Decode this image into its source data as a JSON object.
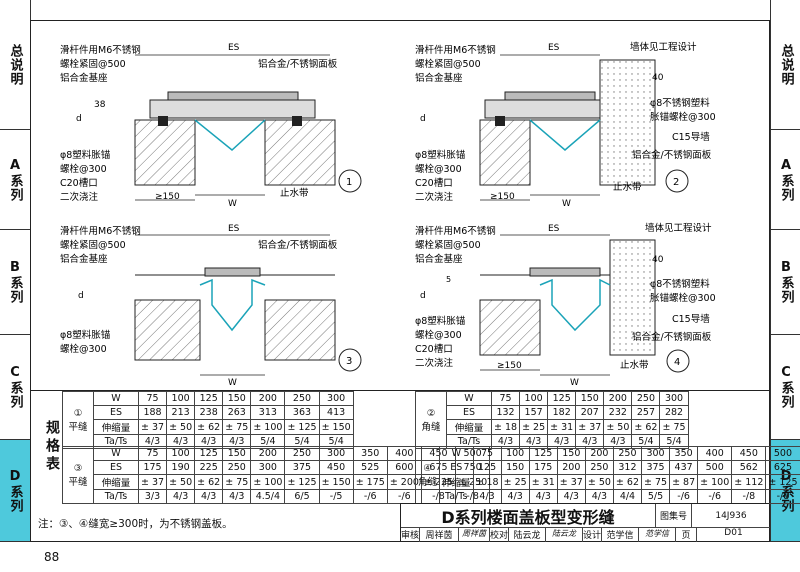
{
  "side_tabs": [
    {
      "label": "总说明",
      "active": false
    },
    {
      "label": "A系列",
      "active": false
    },
    {
      "label": "B系列",
      "active": false
    },
    {
      "label": "C系列",
      "active": false
    },
    {
      "label": "D系列",
      "active": true
    }
  ],
  "diagram_labels": {
    "slide": "滑杆件用M6不锈钢",
    "bolt500": "螺栓紧固@500",
    "al_base": "铝合金基座",
    "panel": "铝合金/不锈钢面板",
    "anchor8": "φ8塑料胀锚",
    "bolt300": "螺栓@300",
    "c20": "C20槽口",
    "second": "二次浇注",
    "waterstop": "止水带",
    "wall_design": "墙体见工程设计",
    "anchor_ss": "φ8不锈钢塑料",
    "anchor_bolt300": "胀锚螺栓@300",
    "c15": "C15导墙",
    "es": "ES",
    "w": "W",
    "d": "d",
    "dim38": "38",
    "dim40": "40",
    "ge150": "≥150",
    "dim5": "5",
    "n1": "1",
    "n2": "2",
    "n3": "3",
    "n4": "4"
  },
  "spec_title": "规格表",
  "table1": {
    "num": "①",
    "type": "平缝",
    "W": [
      "75",
      "100",
      "125",
      "150",
      "200",
      "250",
      "300"
    ],
    "ES": [
      "188",
      "213",
      "238",
      "263",
      "313",
      "363",
      "413"
    ],
    "shrink": [
      "± 37",
      "± 50",
      "± 62",
      "± 75",
      "± 100",
      "± 125",
      "± 150"
    ],
    "TaTs": [
      "4/3",
      "4/3",
      "4/3",
      "4/3",
      "5/4",
      "5/4",
      "5/4"
    ]
  },
  "table2": {
    "num": "②",
    "type": "角缝",
    "W": [
      "75",
      "100",
      "125",
      "150",
      "200",
      "250",
      "300"
    ],
    "ES": [
      "132",
      "157",
      "182",
      "207",
      "232",
      "257",
      "282"
    ],
    "shrink": [
      "± 18",
      "± 25",
      "± 31",
      "± 37",
      "± 50",
      "± 62",
      "± 75"
    ],
    "TaTs": [
      "4/3",
      "4/3",
      "4/3",
      "4/3",
      "4/3",
      "5/4",
      "5/4"
    ]
  },
  "table3": {
    "num": "③",
    "type": "平缝",
    "W": [
      "75",
      "100",
      "125",
      "150",
      "200",
      "250",
      "300",
      "350",
      "400",
      "450",
      "500"
    ],
    "ES": [
      "175",
      "190",
      "225",
      "250",
      "300",
      "375",
      "450",
      "525",
      "600",
      "675",
      "750"
    ],
    "shrink": [
      "± 37",
      "± 50",
      "± 62",
      "± 75",
      "± 100",
      "± 125",
      "± 150",
      "± 175",
      "± 200",
      "± 225",
      "± 250"
    ],
    "TaTs": [
      "3/3",
      "4/3",
      "4/3",
      "4/3",
      "4.5/4",
      "6/5",
      "-/5",
      "-/6",
      "-/6",
      "-/8",
      "-/8"
    ]
  },
  "table4": {
    "num": "④",
    "type": "角缝",
    "W": [
      "75",
      "100",
      "125",
      "150",
      "200",
      "250",
      "300",
      "350",
      "400",
      "450",
      "500"
    ],
    "ES": [
      "125",
      "150",
      "175",
      "200",
      "250",
      "312",
      "375",
      "437",
      "500",
      "562",
      "625"
    ],
    "shrink": [
      "± 18",
      "± 25",
      "± 31",
      "± 37",
      "± 50",
      "± 62",
      "± 75",
      "± 87",
      "± 100",
      "± 112",
      "± 125"
    ],
    "TaTs": [
      "4/3",
      "4/3",
      "4/3",
      "4/3",
      "4/3",
      "4/4",
      "5/5",
      "-/6",
      "-/6",
      "-/8",
      "-/8"
    ]
  },
  "row_heads": {
    "w": "W",
    "es": "ES",
    "shrink": "伸缩量",
    "tats": "Ta/Ts"
  },
  "note": "注：③、④缝宽≥300时，为不锈钢盖板。",
  "title_block": {
    "title": "D系列楼面盖板型变形缝",
    "atlas_label": "图集号",
    "atlas_value": "14J936",
    "review_label": "审核",
    "review_name": "周祥茵",
    "review_sig": "周祥茵",
    "check_label": "校对",
    "check_name": "陆云龙",
    "check_sig": "陆云龙",
    "design_label": "设计",
    "design_name": "范学信",
    "design_sig": "范学信",
    "page_label": "页",
    "page_value": "D01"
  },
  "page_number": "88"
}
